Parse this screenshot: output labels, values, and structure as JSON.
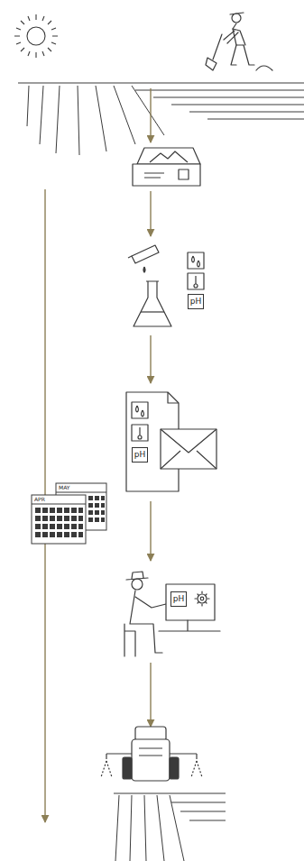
{
  "diagram": {
    "nodes": [
      {
        "text": [
          "pH"
        ]
      },
      {
        "text": [
          "pH"
        ]
      },
      {
        "text": [
          "pH"
        ]
      }
    ],
    "labels": [
      "MAY",
      "APR"
    ]
  }
}
